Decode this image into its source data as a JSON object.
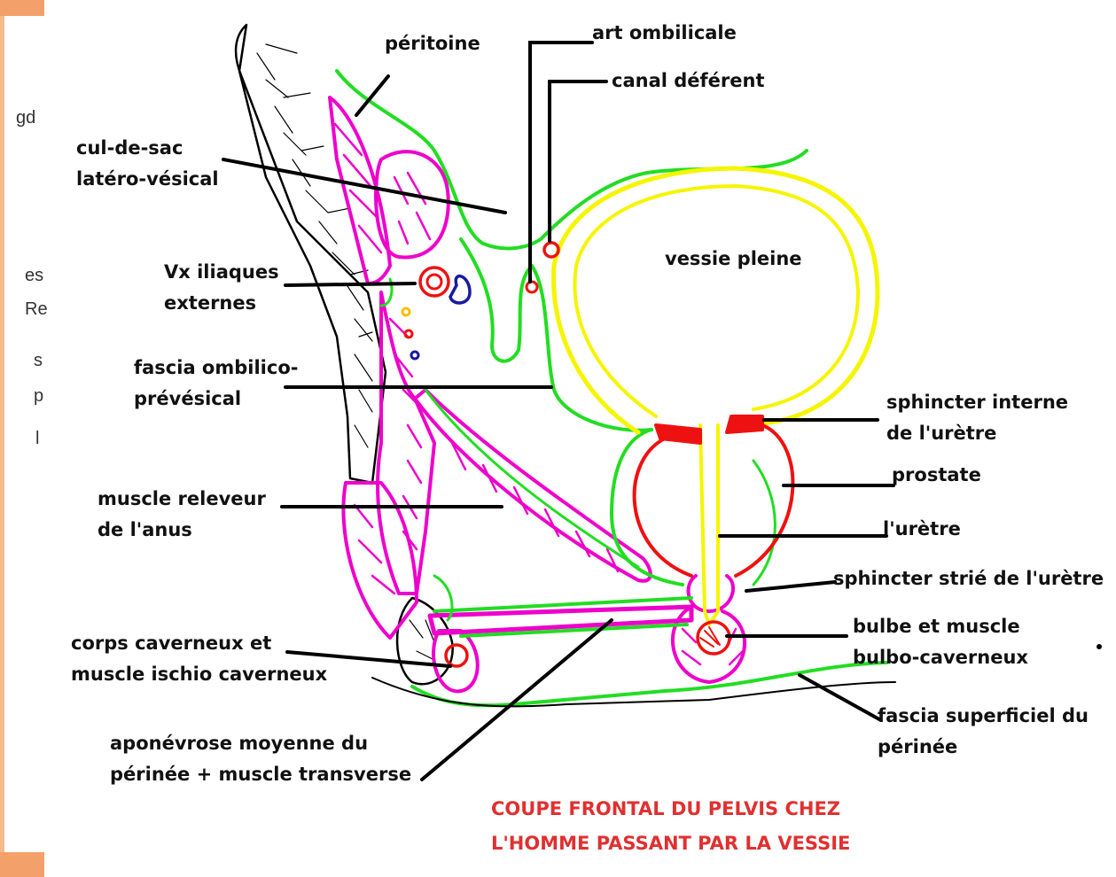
{
  "labels": {
    "peritoine": "péritoine",
    "art_ombilicale": "art ombilicale",
    "canal_deferent": "canal déférent",
    "cul_de_sac_1": "cul-de-sac",
    "cul_de_sac_2": "latéro-vésical",
    "vessie": "vessie pleine",
    "vx_iliaques_1": "Vx iliaques",
    "vx_iliaques_2": "externes",
    "fascia_omb_1": "fascia ombilico-",
    "fascia_omb_2": "prévésical",
    "sphincter_interne_1": "sphincter interne",
    "sphincter_interne_2": "de l'urètre",
    "prostate": "prostate",
    "urethre": "l'urètre",
    "releveur_1": "muscle releveur",
    "releveur_2": "de l'anus",
    "sphincter_strie": "sphincter strié de l'urètre",
    "bulbe_1": "bulbe et muscle",
    "bulbe_2": "bulbo-caverneux",
    "corps_cav_1": "corps caverneux et",
    "corps_cav_2": "muscle ischio caverneux",
    "fascia_sup_1": "fascia superficiel du",
    "fascia_sup_2": "périnée",
    "aponevrose_1": "aponévrose moyenne du",
    "aponevrose_2": "périnée + muscle transverse"
  },
  "title": {
    "line1": "COUPE FRONTAL DU PELVIS CHEZ",
    "line2": "L'HOMME PASSANT PAR LA VESSIE"
  },
  "background_fragments": [
    "gd",
    "es",
    "Re",
    "s",
    "p",
    "l"
  ],
  "colors": {
    "green": "#22dd22",
    "magenta": "#ee00cc",
    "yellow": "#f5f500",
    "red": "#ee1111",
    "blue": "#1a1aa0",
    "black": "#000000",
    "title_red": "#e03030"
  }
}
